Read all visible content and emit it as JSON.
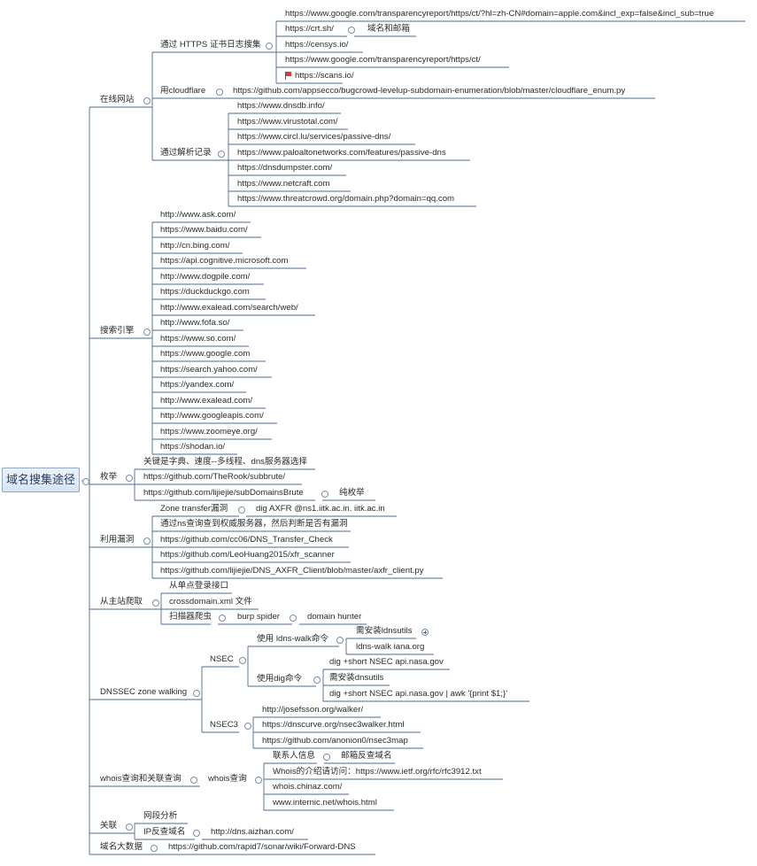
{
  "root": "域名搜集途径",
  "l1": {
    "online": "在线网站",
    "search": "搜索引擎",
    "brute": "枚举",
    "vuln": "利用漏洞",
    "crawl": "从主站爬取",
    "dnssec": "DNSSEC zone walking",
    "whois": "whois查询和关联查询",
    "related": "关联",
    "bigdata": "域名大数据"
  },
  "online": {
    "https_label": "通过 HTTPS 证书日志搜集",
    "https_items": [
      "https://www.google.com/transparencyreport/https/ct/?hl=zh-CN#domain=apple.com&incl_exp=false&incl_sub=true",
      "https://crt.sh/",
      "https://censys.io/",
      "https://www.google.com/transparencyreport/https/ct/",
      "https://scans.io/"
    ],
    "crtsh_note": "域名和邮箱",
    "cloudflare_label": "用cloudflare",
    "cloudflare_url": "https://github.com/appsecco/bugcrowd-levelup-subdomain-enumeration/blob/master/cloudflare_enum.py",
    "dns_label": "通过解析记录",
    "dns_items": [
      "https://www.dnsdb.info/",
      "https://www.virustotal.com/",
      "https://www.circl.lu/services/passive-dns/",
      "https://www.paloaltonetworks.com/features/passive-dns",
      "https://dnsdumpster.com/",
      "https://www.netcraft.com",
      "https://www.threatcrowd.org/domain.php?domain=qq.com"
    ]
  },
  "search_items": [
    "http://www.ask.com/",
    "https://www.baidu.com/",
    "http://cn.bing.com/",
    "https://api.cognitive.microsoft.com",
    "http://www.dogpile.com/",
    "https://duckduckgo.com",
    "http://www.exalead.com/search/web/",
    "http://www.fofa.so/",
    "https://www.so.com/",
    "https://www.google.com",
    "https://search.yahoo.com/",
    "https://yandex.com/",
    "http://www.exalead.com/",
    "http://www.googleapis.com/",
    "https://www.zoomeye.org/",
    "https://shodan.io/"
  ],
  "brute": {
    "tip": "关键是字典、速度--多线程、dns服务器选择",
    "repo1": "https://github.com/TheRook/subbrute/",
    "repo2": "https://github.com/lijiejie/subDomainsBrute",
    "repo2_note": "纯枚举"
  },
  "vuln": {
    "zt": "Zone transfer漏洞",
    "zt_cmd": "dig AXFR @ns1.iitk.ac.in. iitk.ac.in",
    "tip": "通过ns查询查到权威服务器，然后判断是否有漏洞",
    "repos": [
      "https://github.com/cc06/DNS_Transfer_Check",
      "https://github.com/LeoHuang2015/xfr_scanner",
      "https://github.com/lijiejie/DNS_AXFR_Client/blob/master/axfr_client.py"
    ]
  },
  "crawl": {
    "sso": "从单点登录接口",
    "crossdomain": "crossdomain.xml 文件",
    "scanner": "扫描器爬虫",
    "burp": "burp spider",
    "dh": "domain hunter"
  },
  "dnssec": {
    "nsec": "NSEC",
    "ldns_label": "使用 ldns-walk命令",
    "ldns_need": "需安装ldnsutils",
    "ldns_cmd": "ldns-walk iana.org",
    "dig_label": "使用dig命令",
    "dig_cmd1": "dig +short NSEC api.nasa.gov",
    "dig_need": "需安装dnsutils",
    "dig_cmd2": "dig +short NSEC api.nasa.gov | awk '{print $1;}'",
    "nsec3": "NSEC3",
    "nsec3_items": [
      "http://josefsson.org/walker/",
      "https://dnscurve.org/nsec3walker.html",
      "https://github.com/anonion0/nsec3map"
    ]
  },
  "whois": {
    "label": "whois查询",
    "contact": "联系人信息",
    "reverse": "邮箱反查域名",
    "intro": "Whois的介绍请访问：https://www.ietf.org/rfc/rfc3912.txt",
    "s1": "whois.chinaz.com/",
    "s2": "www.internic.net/whois.html"
  },
  "related": {
    "c": "网段分析",
    "ip": "IP反查域名",
    "ip_url": "http://dns.aizhan.com/"
  },
  "bigdata_url": "https://github.com/rapid7/sonar/wiki/Forward-DNS"
}
